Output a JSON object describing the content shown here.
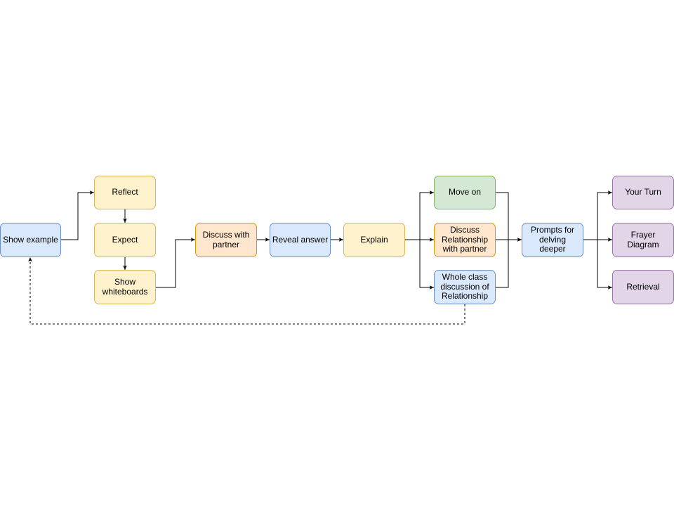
{
  "nodes": {
    "show_example": "Show example",
    "reflect": "Reflect",
    "expect": "Expect",
    "show_whiteboards": "Show whiteboards",
    "discuss_partner": "Discuss with partner",
    "reveal_answer": "Reveal answer",
    "explain": "Explain",
    "move_on": "Move on",
    "discuss_relationship": "Discuss Relationship with partner",
    "whole_class": "Whole class discussion of Relationship",
    "prompts": "Prompts for delving deeper",
    "your_turn": "Your Turn",
    "frayer": "Frayer Diagram",
    "retrieval": "Retrieval"
  },
  "colors": {
    "blue_fill": "#dae8fc",
    "blue_stroke": "#6c8ebf",
    "yellow_fill": "#fff2cc",
    "yellow_stroke": "#d6b656",
    "orange_fill": "#ffe6cc",
    "orange_stroke": "#d79b00",
    "green_fill": "#d5e8d4",
    "green_stroke": "#82b366",
    "purple_fill": "#e1d5e7",
    "purple_stroke": "#9673a6"
  }
}
